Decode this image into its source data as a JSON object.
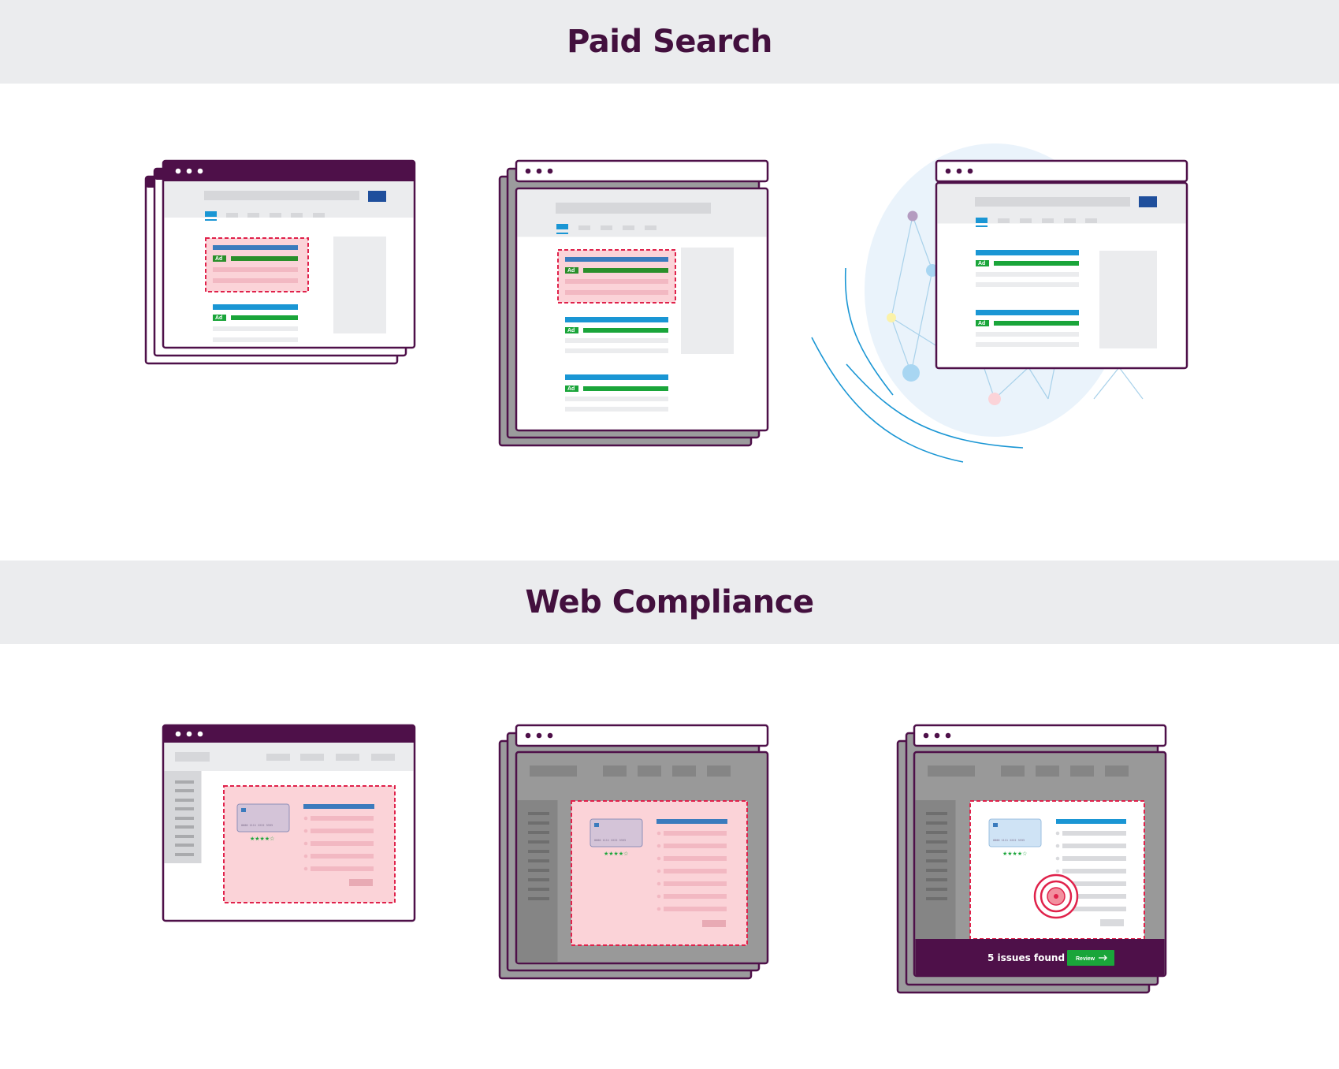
{
  "sections": {
    "paid_search": {
      "title": "Paid Search"
    },
    "web_compliance": {
      "title": "Web Compliance"
    }
  },
  "labels": {
    "ad_badge": "Ad",
    "issues_found": "5 issues found",
    "review_button": "Review",
    "card_number": "0000 1111 2222 3333",
    "rating_stars": "★★★★☆"
  },
  "colors": {
    "heading": "#43103e",
    "brand_purple": "#4e1049",
    "band_bg": "#ebecee",
    "link_blue": "#1a96d4",
    "ad_green": "#1aa53a",
    "highlight_pink": "#fbd3d8",
    "dash_red": "#e0224b",
    "search_button": "#1f4f9c",
    "overlay_gray": "#999999",
    "network_bg": "#eaf3fb"
  },
  "icons": [
    "window-dots-icon",
    "arrow-right-icon",
    "target-icon",
    "star-icon",
    "credit-card-icon"
  ]
}
